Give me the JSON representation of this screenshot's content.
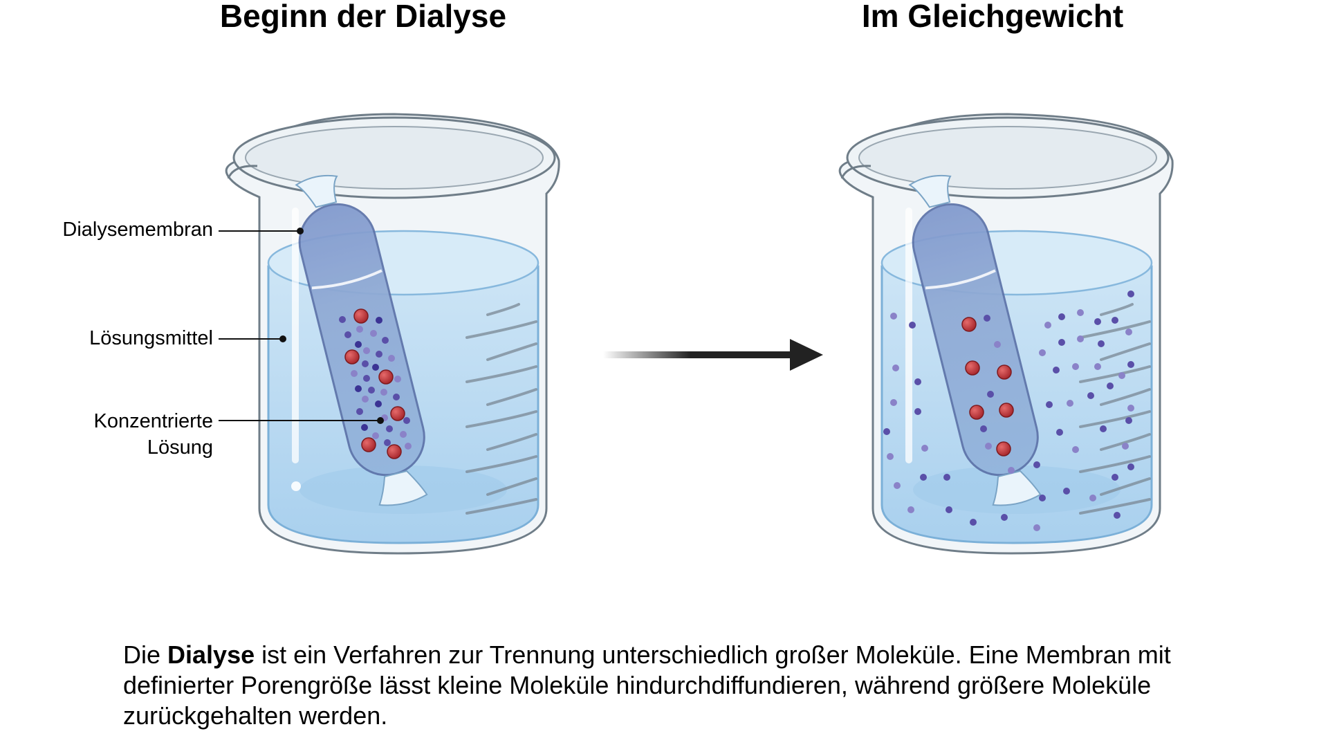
{
  "titles": {
    "left": "Beginn der Dialyse",
    "right": "Im Gleichgewicht"
  },
  "labels": {
    "membrane": "Dialysemembran",
    "solvent": "Lösungsmittel",
    "concentrated_line1": "Konzentrierte",
    "concentrated_line2": "Lösung"
  },
  "caption": {
    "prefix": "Die ",
    "bold": "Dialyse",
    "text": " ist ein Verfahren zur Trennung unterschiedlich großer Moleküle. Eine Membran mit definierter Porengröße lässt kleine Moleküle hindurchdiffundieren, während größere Moleküle zurückgehalten werden."
  },
  "colors": {
    "water": "#bcdcf2",
    "membrane": "#7e9ccd",
    "large_molecule": "#c0393b",
    "small_molecule": "#5a4fa8",
    "arrow": "#222222"
  }
}
